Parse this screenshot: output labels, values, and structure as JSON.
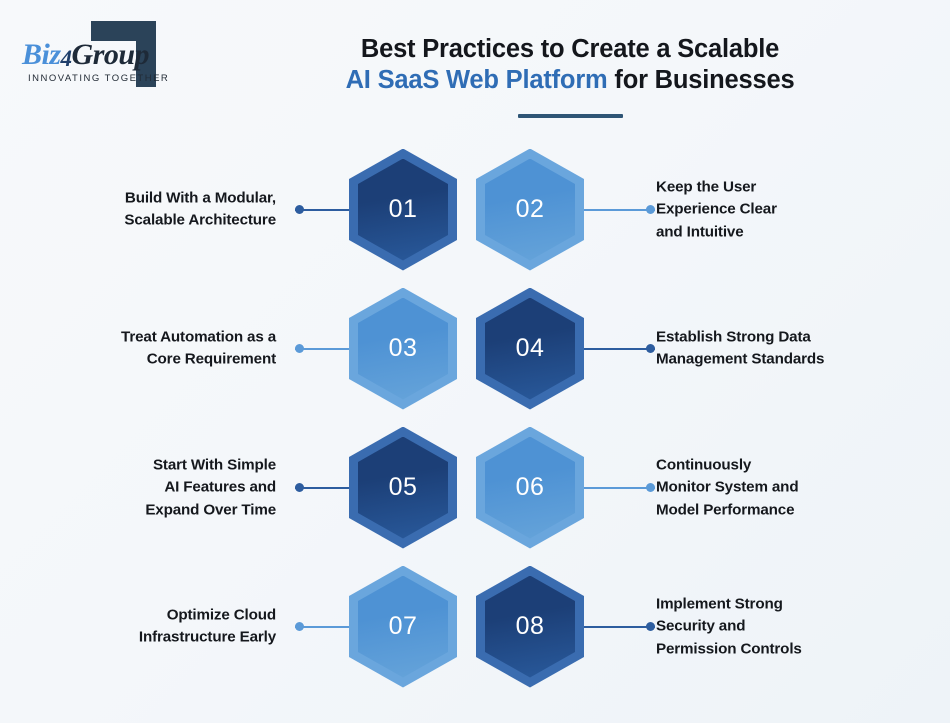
{
  "brand": {
    "logo_name_part1": "Biz",
    "logo_name_digit": "4",
    "logo_name_part2": "Group",
    "logo_tagline": "INNOVATING TOGETHER",
    "bracket_color": "#2b4359"
  },
  "header": {
    "title_line1": "Best Practices to Create a Scalable",
    "title_line2_accent": "AI SaaS Web Platform",
    "title_line2_rest": " for Businesses",
    "accent_color": "#2f6db5",
    "rule_color": "#2e5575"
  },
  "palette": {
    "dark_outer": "#3a6cb0",
    "dark_inner_top": "#1c3f77",
    "dark_inner_bottom": "#295a9c",
    "dark_dot": "#2d5d9f",
    "dark_line": "#2d5d9f",
    "light_outer": "#6aa6dd",
    "light_inner_top": "#4e92d4",
    "light_inner_bottom": "#66a4da",
    "light_dot": "#5b9ad8",
    "light_line": "#5b9ad8"
  },
  "items": [
    {
      "number": "01",
      "label": "Build With a Modular,\nScalable Architecture",
      "side": "left",
      "tone": "dark"
    },
    {
      "number": "02",
      "label": "Keep the User\nExperience Clear\nand Intuitive",
      "side": "right",
      "tone": "light"
    },
    {
      "number": "03",
      "label": "Treat Automation as a\nCore Requirement",
      "side": "left",
      "tone": "light"
    },
    {
      "number": "04",
      "label": "Establish Strong Data\nManagement Standards",
      "side": "right",
      "tone": "dark"
    },
    {
      "number": "05",
      "label": "Start With Simple\nAI Features and\nExpand Over Time",
      "side": "left",
      "tone": "dark"
    },
    {
      "number": "06",
      "label": "Continuously\nMonitor System and\nModel Performance",
      "side": "right",
      "tone": "light"
    },
    {
      "number": "07",
      "label": "Optimize Cloud\nInfrastructure Early",
      "side": "left",
      "tone": "light"
    },
    {
      "number": "08",
      "label": "Implement Strong\nSecurity and\nPermission Controls",
      "side": "right",
      "tone": "dark"
    }
  ]
}
